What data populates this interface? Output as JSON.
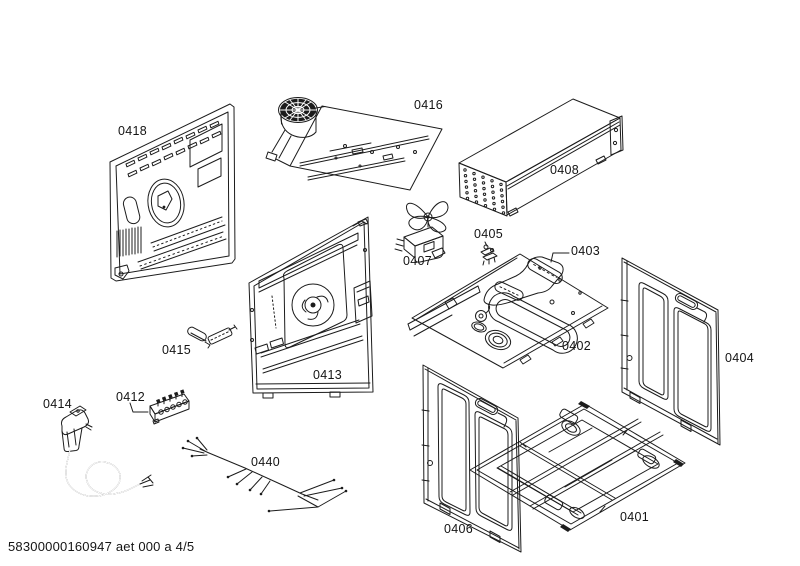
{
  "page": {
    "background": "#ffffff",
    "line_color": "#1c1c1c"
  },
  "footer": {
    "code": "58300000160947 aet 000 a 4/5"
  },
  "diagram": {
    "labels": [
      "0418",
      "0416",
      "0408",
      "0407",
      "0405",
      "0403",
      "0402",
      "0404",
      "0415",
      "0413",
      "0412",
      "0414",
      "0440",
      "0406",
      "0401"
    ]
  }
}
